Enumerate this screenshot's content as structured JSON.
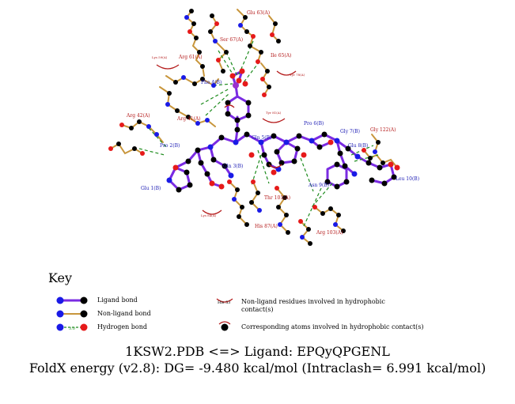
{
  "labels": {
    "glu63": "Glu 63(A)",
    "ser67": "Ser 67(A)",
    "lys59": "Lys 59(A)",
    "arg61": "Arg 61(A)",
    "ile65": "Ile 65(A)",
    "tyr78": "Tyr 78(A)",
    "phe4": "Phe 4(B)",
    "arg42": "Arg 42(A)",
    "arg41": "Arg 41(A)",
    "tyr81": "Tyr 81(A)",
    "pro6": "Pro 6(B)",
    "gly7": "Gly 7(B)",
    "gly122": "Gly 122(A)",
    "pro2": "Pro 2(B)",
    "gln5": "Gln 5(B)",
    "glu8": "Glu 8(B)",
    "glu1": "Glu 1(B)",
    "gln3": "Gln 3(B)",
    "asn9": "Asn 9(B)",
    "leu10": "Leu 10(B)",
    "thr101": "Thr 101(A)",
    "lys84": "Lys 84(A)",
    "his87": "His 87(A)",
    "arg103": "Arg 103(A)"
  },
  "key": {
    "title": "Key",
    "ligand_bond": "Ligand bond",
    "nonligand_bond": "Non-ligand bond",
    "hbond": "Hydrogen bond",
    "hbond_len": "3.0",
    "res_example": "His 53",
    "hydrophobic_res_line1": "Non-ligand residues involved in hydrophobic",
    "hydrophobic_res_line2": "contact(s)",
    "hydrophobic_atoms": "Corresponding atoms involved in hydrophobic contact(s)"
  },
  "footer": {
    "line1": "1KSW2.PDB <=> Ligand: EPQyQPGENL",
    "line2": "FoldX energy (v2.8): DG= -9.480 kcal/mol (Intraclash= 6.991 kcal/mol)"
  },
  "colors": {
    "ligand_bond": "#7a2be2",
    "nonligand_bond": "#c8963c",
    "hbond": "#1e8c1e",
    "nitrogen": "#1a1ae6",
    "oxygen": "#e61a1a",
    "carbon": "#000000",
    "phosphorus": "#9933cc",
    "ligand_label": "#1a1ab4",
    "nonligand_label": "#b41a1a",
    "hydrophobic": "#b41a1a"
  }
}
